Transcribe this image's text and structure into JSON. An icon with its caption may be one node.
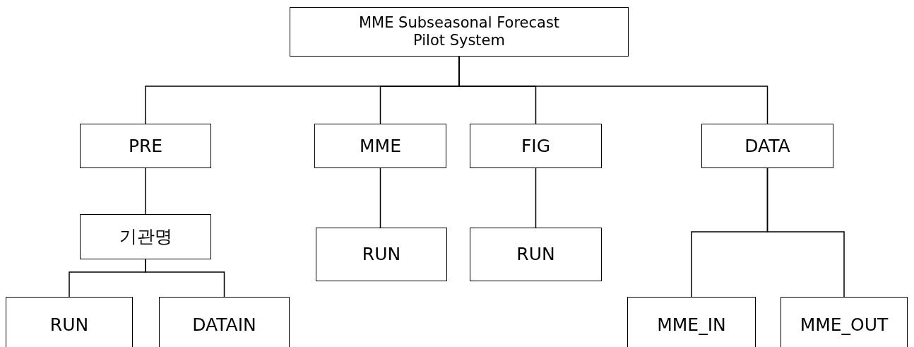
{
  "diagram": {
    "nodes": [
      {
        "text": [
          "MME Subseasonal Forecast Pilot System"
        ]
      },
      {
        "text": [
          "PRE"
        ]
      },
      {
        "text": [
          "MME"
        ]
      },
      {
        "text": [
          "FIG"
        ]
      },
      {
        "text": [
          "DATA"
        ]
      },
      {
        "text": [
          "기관명"
        ]
      },
      {
        "text": [
          "RUN"
        ]
      },
      {
        "text": [
          "RUN"
        ]
      },
      {
        "text": [
          "RUN"
        ]
      },
      {
        "text": [
          "DATAIN"
        ]
      },
      {
        "text": [
          "MME_IN"
        ]
      },
      {
        "text": [
          "MME_OUT"
        ]
      }
    ],
    "edges": [
      {
        "from": 0,
        "to": 1,
        "arrow": "none"
      },
      {
        "from": 0,
        "to": 2,
        "arrow": "none"
      },
      {
        "from": 0,
        "to": 3,
        "arrow": "none"
      },
      {
        "from": 0,
        "to": 4,
        "arrow": "none"
      },
      {
        "from": 1,
        "to": 5,
        "arrow": "none"
      },
      {
        "from": 2,
        "to": 6,
        "arrow": "none"
      },
      {
        "from": 3,
        "to": 7,
        "arrow": "none"
      },
      {
        "from": 5,
        "to": 8,
        "arrow": "none"
      },
      {
        "from": 5,
        "to": 9,
        "arrow": "none"
      },
      {
        "from": 4,
        "to": 10,
        "arrow": "none"
      },
      {
        "from": 4,
        "to": 11,
        "arrow": "none"
      }
    ]
  }
}
